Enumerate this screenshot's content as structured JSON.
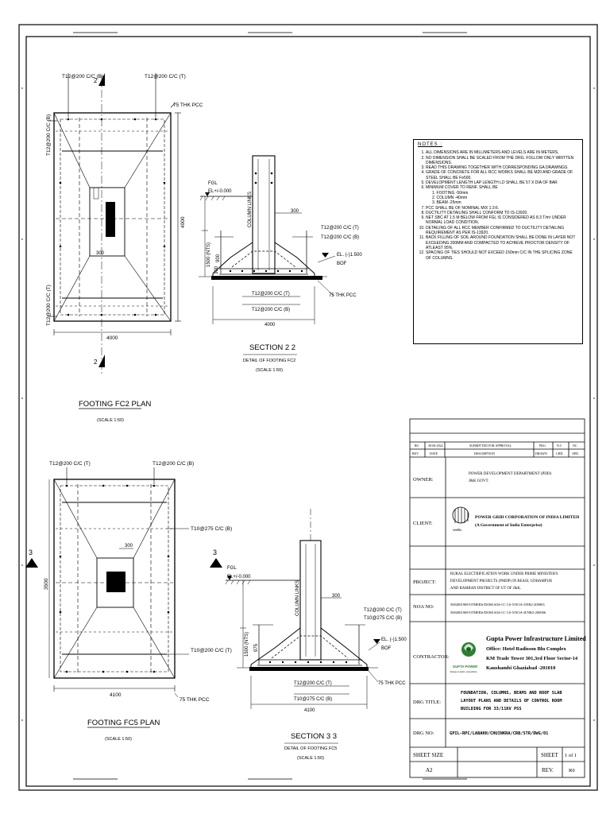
{
  "plan_fc2": {
    "title": "FOOTING FC2  PLAN",
    "scale": "(SCALE 1:50)",
    "top_bar_left": "T12@200 C/C (B)",
    "top_bar_right": "T12@200 C/C (T)",
    "left_bar_top": "T12@200 C/C (B)",
    "left_bar_bottom": "T12@200 C/C (T)",
    "pcc": "75 THK PCC",
    "dim_width": "4000",
    "dim_height": "4000",
    "dim_col": "300",
    "section_mark": "2"
  },
  "section_22": {
    "title": "SECTION 2 2",
    "subtitle": "DETAIL OF FOOTING FC2",
    "scale": "(SCALE 1:50)",
    "fgl": "FGL",
    "fgl_el": "EL+/-0.000",
    "column_links": "COLUMN LINKS",
    "dim_300": "300",
    "dim_1500": "1500 (NTS)",
    "dim_900": "900",
    "dim_300b": "300",
    "top_t": "T12@200 C/C (T)",
    "top_b": "T12@200 C/C (B)",
    "el": "EL. (-)1.500",
    "bof": "BOF",
    "pcc": "75 THK PCC",
    "bot_t": "T12@200 C/C (T)",
    "bot_b": "T12@200 C/C (B)",
    "dim_width": "4000"
  },
  "plan_fc5": {
    "title": "FOOTING FC5  PLAN",
    "scale": "(SCALE 1:50)",
    "top_left": "T12@200 C/C (T)",
    "top_right": "T12@200 C/C (B)",
    "right_top": "T10@275 C/C (B)",
    "right_bottom": "T10@200 C/C (T)",
    "dim_col": "300",
    "dim_height": "3500",
    "dim_width": "4100",
    "pcc": "75 THK PCC",
    "section_mark": "3"
  },
  "section_33": {
    "title": "SECTION 3 3",
    "subtitle": "DETAIL OF FOOTING FC5",
    "scale": "(SCALE 1:50)",
    "fgl": "FGL",
    "fgl_el": "EL+/-0.000",
    "column_links": "COLUMN LINKS",
    "dim_300": "300",
    "dim_1500": "1500 (NTS)",
    "dim_975": "975",
    "top_t": "T12@200 C/C (T)",
    "top_b": "T10@275 C/C (B)",
    "el": "EL. (-)1.500",
    "bof": "BOF",
    "pcc": "75 THK PCC",
    "bot_t": "T12@200 C/C (T)",
    "bot_b": "T10@275 C/C (B)",
    "dim_width": "4100",
    "section_mark": "3"
  },
  "notes": {
    "title": "NOTES :",
    "items": [
      "ALL DIMENSIONS ARE IN MILLIMETERS AND LEVELS ARE IN METERS.",
      "NO DIMENSION SHALL BE SCALED FROM THE DRG. FOLLOW ONLY WRITTEN DIMENSIONS.",
      "READ THIS DRAWING TOGETHER WITH CORRESPONDING GA DRAWINGS.",
      "GRADE OF CONCRETE FOR ALL RCC WORKS SHALL BE M20 AND GRADE OF STEEL SHALL BE Fe500.",
      "DEVELOPMENT LENGTH LAP LENGTH LD SHALL BE 57 X DIA OF BAR",
      "MINIMUM COVER TO RENF. SHALL BE",
      "PCC SHALL BE OF NOMINAL MIX 1:3:6.",
      "DUCTILITY DETAILING SHALL CONFORM TO IS-13920.",
      "NET SBC AT 1.5 M BELOW FROM FGL IS CONSIDERED AS 8.3 T/m² UNDER NORMAL LOAD CONDITION.",
      "DETAILING OF ALL RCC MEMBER CONFIRMED TO DUCTILITY DETAILING REQUIREMENT AS PER IS-13920.",
      "BACK FILLING OF SOIL AROUND FOUNDATION SHALL BE DONE IN LAYER NOT EXCEEDING 200MM AND COMPACTED TO ACHIEVE PROCTOR DENSITY OF ATLEAST 95%.",
      "SPACING OF TIES SHOULD NOT EXCEED 150mm C/C IN THE SPLICING ZONE OF COLUMNS."
    ],
    "cover": [
      "1.   FOOTING    -50mm",
      "2.   COLUMN     -40mm",
      "3.   BEAM        -25mm"
    ]
  },
  "title_block": {
    "rev_row": {
      "rev": "R0",
      "date": "30-06-2022",
      "desc": "SUBMITTED FOR APPROVAL",
      "drn": "PKG",
      "chd": "N.C",
      "apd": "NC"
    },
    "rev_head": {
      "rev": "REV.",
      "date": "DATE",
      "desc": "DESCRIPTION",
      "drn": "DRAWN",
      "chd": "CHD.",
      "apd": "APD."
    },
    "owner_label": "OWNER:",
    "owner_1": "POWER DEVELOPMENT DEPARTMENT (PDD)",
    "owner_2": "J&K GOVT.",
    "client_label": "CLIENT:",
    "client_1": "POWER GRID CORPORATION OF INDIA LIMITED",
    "client_2": "(A Government of India Enterprise)",
    "project_label": "PROJECT:",
    "project_1": "RURAL ELECTRIFICATION WORK UNDER PRIME MINISTER'S",
    "project_2": "DEVELOPMENT PROJECTS (PMDP) IN REASI, UDHAMPUR",
    "project_3": "AND RAMBAN DISTRICT OF UT OF J&K.",
    "noa_label": "NOA NO:",
    "noa_1": "5002001909/OTHERS/DOM/A04-CC CS-5/NOA-I/NR2-200003",
    "noa_2": "5002001909/OTHERS/DOM/A04-CC CS-5/NOA-II/NR2-200006",
    "contractor_label": "CONTRACTOR:",
    "contractor_name": "Gupta Power Infrastructure Limited",
    "contractor_1": "Office: Hotel Radisson Blu Complex",
    "contractor_2": "KM Trade Tower 301,3rd Floor Sector-14",
    "contractor_3": "Kaushambi Ghaziabad -201010",
    "drg_title_label": "DRG TITLE:",
    "drg_title_1": "FOUNDATION, COLUMNS, BEAMS AND ROOF SLAB",
    "drg_title_2": "LAYOUT PLANS AND DETAILS  OF CONTROL ROOM",
    "drg_title_3": "BUILDING FOR 33/11KV PSS",
    "drg_no_label": "DRG NO:",
    "drg_no": "GPIL-RPC/LABAKH/CHUINKRA/CRB/STR/DWG/01",
    "sheet_size_label": "SHEET SIZE",
    "sheet_size": "A2",
    "sheet_label": "SHEET",
    "sheet_val": "1 of 1",
    "rev_label": "REV.",
    "rev_val": "R0",
    "logo_text": "GUPTA POWER",
    "logo_tag": "Energy in action, everywhere"
  }
}
